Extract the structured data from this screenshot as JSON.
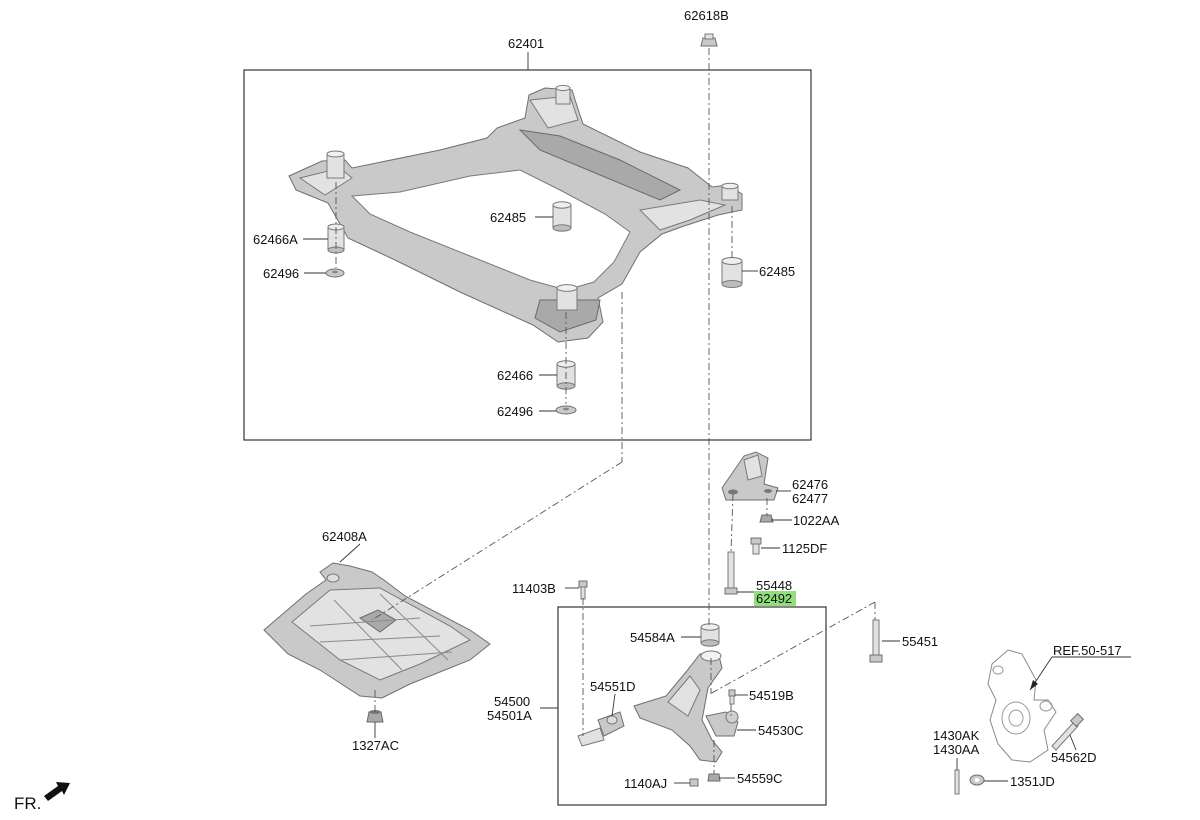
{
  "diagram": {
    "direction_label": "FR.",
    "reference_label": "REF.50-517",
    "highlighted_part": "62492",
    "highlight_color": "#8fe07a",
    "parts": {
      "p62401": "62401",
      "p62618B": "62618B",
      "p62466A": "62466A",
      "p62496_a": "62496",
      "p62485_a": "62485",
      "p62485_b": "62485",
      "p62466": "62466",
      "p62496_b": "62496",
      "p62476": "62476",
      "p62477": "62477",
      "p1022AA": "1022AA",
      "p1125DF": "1125DF",
      "p55448": "55448",
      "p62492": "62492",
      "p62408A": "62408A",
      "p11403B": "11403B",
      "p54584A": "54584A",
      "p55451": "55451",
      "p54500": "54500",
      "p54501A": "54501A",
      "p54551D": "54551D",
      "p54519B": "54519B",
      "p54530C": "54530C",
      "p1140AJ": "1140AJ",
      "p54559C": "54559C",
      "p1327AC": "1327AC",
      "p1430AK": "1430AK",
      "p1430AA": "1430AA",
      "p54562D": "54562D",
      "p1351JD": "1351JD"
    }
  }
}
